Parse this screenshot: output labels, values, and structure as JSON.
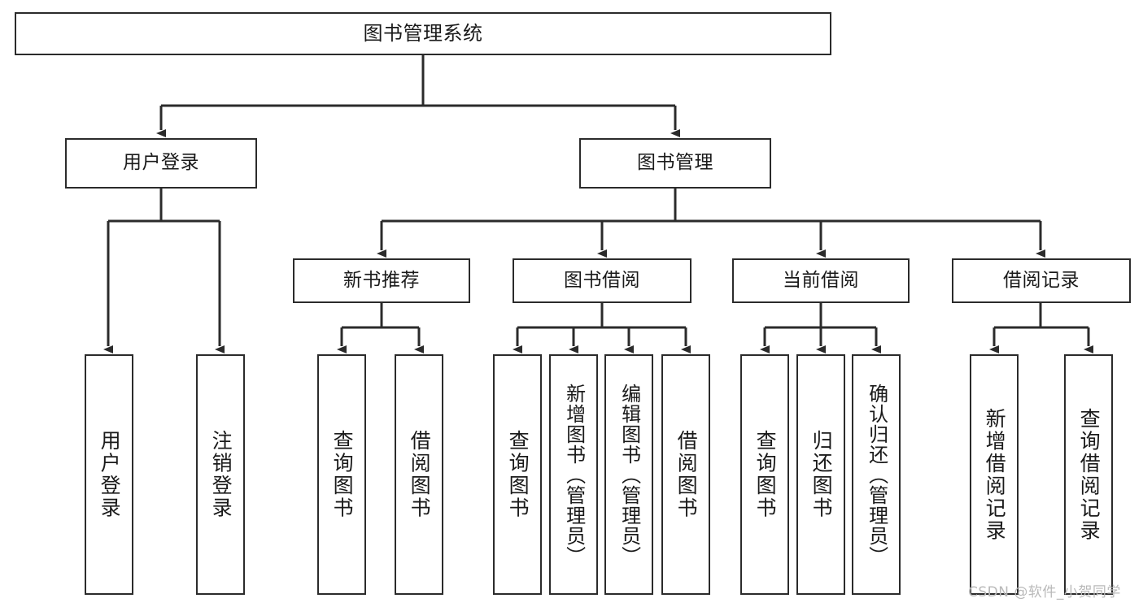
{
  "diagram": {
    "type": "tree-hierarchy",
    "title": "图书管理系统",
    "watermark": "CSDN @软件_小贺同学",
    "colors": {
      "box_border": "#2b2b2b",
      "box_fill": "#ffffff",
      "connector": "#2b2b2b",
      "text": "#1a1a1a",
      "watermark": "#b9b9b9",
      "background": "#ffffff"
    },
    "levels": {
      "root": {
        "label": "图书管理系统"
      },
      "level1": [
        {
          "label": "用户登录"
        },
        {
          "label": "图书管理"
        }
      ],
      "level2": [
        {
          "label": "新书推荐"
        },
        {
          "label": "图书借阅"
        },
        {
          "label": "当前借阅"
        },
        {
          "label": "借阅记录"
        }
      ],
      "level3": {
        "user_login_children": [
          {
            "label": "用户登录"
          },
          {
            "label": "注销登录"
          }
        ],
        "new_book_children": [
          {
            "label": "查询图书"
          },
          {
            "label": "借阅图书"
          }
        ],
        "book_borrow_children": [
          {
            "label": "查询图书"
          },
          {
            "label": "新增图书（管理员）"
          },
          {
            "label": "编辑图书（管理员）"
          },
          {
            "label": "借阅图书"
          }
        ],
        "current_borrow_children": [
          {
            "label": "查询图书"
          },
          {
            "label": "归还图书"
          },
          {
            "label": "确认归还（管理员）"
          }
        ],
        "borrow_record_children": [
          {
            "label": "新增借阅记录"
          },
          {
            "label": "查询借阅记录"
          }
        ]
      }
    }
  }
}
